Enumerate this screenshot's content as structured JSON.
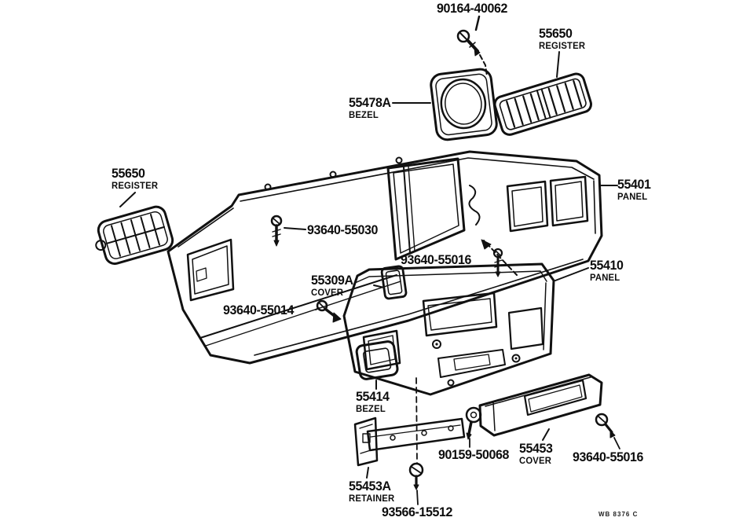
{
  "diagram": {
    "figure_code": "WB 8376 C",
    "colors": {
      "ink": "#111111",
      "background": "#ffffff"
    },
    "parts": [
      {
        "number": "90164-40062"
      },
      {
        "number": "55650",
        "name": "REGISTER"
      },
      {
        "number": "55478A",
        "name": "BEZEL"
      },
      {
        "number": "55650",
        "name": "REGISTER"
      },
      {
        "number": "55401",
        "name": "PANEL"
      },
      {
        "number": "93640-55030"
      },
      {
        "number": "93640-55016"
      },
      {
        "number": "55309A",
        "name": "COVER"
      },
      {
        "number": "55410",
        "name": "PANEL"
      },
      {
        "number": "93640-55014"
      },
      {
        "number": "55414",
        "name": "BEZEL"
      },
      {
        "number": "90159-50068"
      },
      {
        "number": "55453",
        "name": "COVER"
      },
      {
        "number": "93640-55016"
      },
      {
        "number": "55453A",
        "name": "RETAINER"
      },
      {
        "number": "93566-15512"
      }
    ]
  }
}
